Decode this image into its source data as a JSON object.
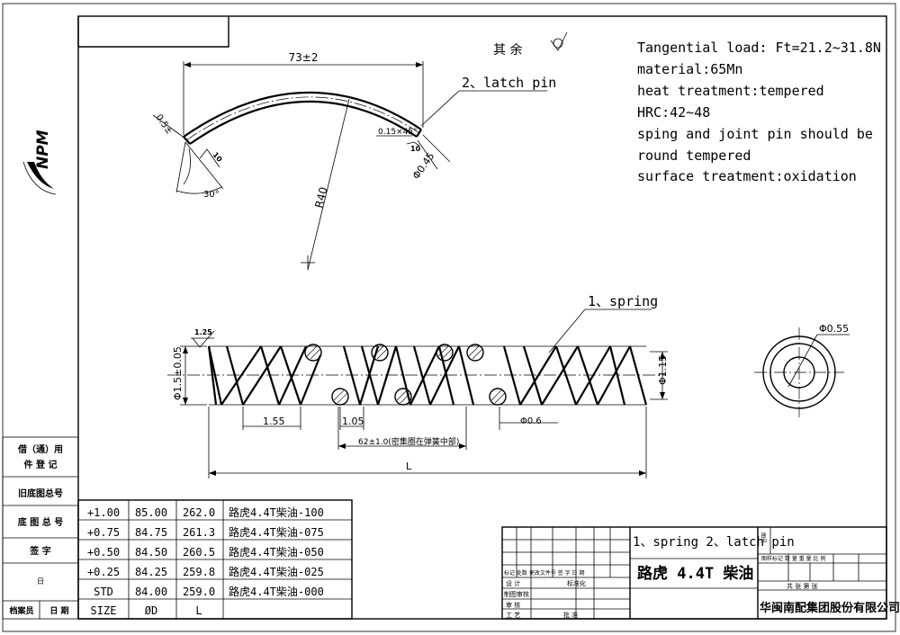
{
  "notes": {
    "tangential_load": "Tangential load: Ft=21.2~31.8N",
    "material": "material:65Mn",
    "heat_treatment": "heat treatment:tempered",
    "hrc": "HRC:42~48",
    "round_1": "sping and joint pin should be",
    "round_2": "round tempered",
    "surface": "surface treatment:oxidation"
  },
  "misc_text": "其    余",
  "logo_text": "NPM",
  "pin": {
    "label": "2、latch pin",
    "arc_length": "73±2",
    "radius": "R40",
    "chamfer_left": "0.5±",
    "chamfer_right": "0.15×45°",
    "diameter": "Φ0.45",
    "angle": "30°",
    "roughness_1": "10",
    "roughness_2": "10"
  },
  "spring": {
    "label": "1、spring",
    "outer_diameter": "Φ1.5±0.05",
    "inner_diameter": "Φ1.15",
    "pitch": "1.55",
    "gap": "1.05",
    "center_length": "62±1.0(密集圈在弹簧中部)",
    "total_length": "L",
    "wire_diameter": "Φ0.6",
    "roughness": "1.25"
  },
  "end_view": {
    "diameter": "Φ0.55"
  },
  "left_column": {
    "row1a": "借（通）用",
    "row1b": "件  登  记",
    "row2": "旧底图总号",
    "row3": "底 图 总 号",
    "row4": "签     字",
    "row5": "日",
    "row6a": "档案员",
    "row6b": "日 期"
  },
  "size_table": {
    "rows": [
      [
        "+1.00",
        "85.00",
        "262.0",
        "路虎4.4T柴油-100"
      ],
      [
        "+0.75",
        "84.75",
        "261.3",
        "路虎4.4T柴油-075"
      ],
      [
        "+0.50",
        "84.50",
        "260.5",
        "路虎4.4T柴油-050"
      ],
      [
        "+0.25",
        "84.25",
        "259.8",
        "路虎4.4T柴油-025"
      ],
      [
        "STD",
        "84.00",
        "259.0",
        "路虎4.4T柴油-000"
      ]
    ],
    "header": [
      "SIZE",
      "ØD",
      "L"
    ]
  },
  "title_block": {
    "part_names": "1、spring 2、latch pin",
    "product": "路虎 4.4T 柴油",
    "company": "华闽南配集团股份有限公司",
    "rev_header": "标记 处数 更改文件号 签  字 日  期",
    "design": "设  计",
    "std_check": "标准化",
    "drafting": "制图审核",
    "review": "审  核",
    "process": "工  艺",
    "approve": "批  准",
    "stage_header": "图样标记  数 量  重 量  比 例",
    "sheets": "共  张    第  张",
    "code": "图号"
  }
}
